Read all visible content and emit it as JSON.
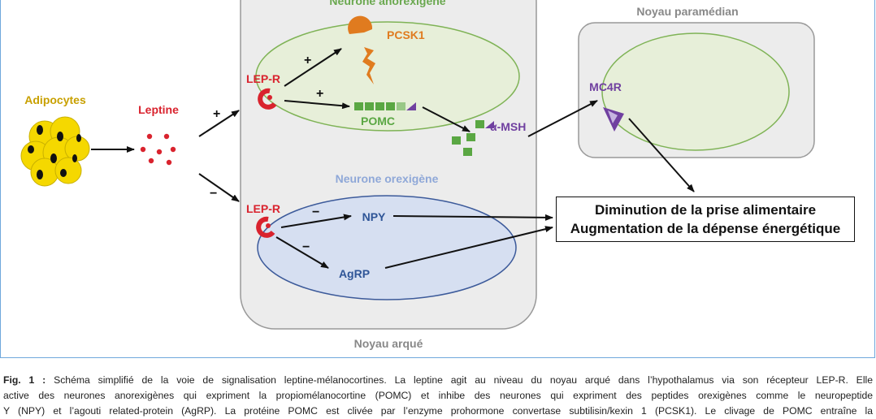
{
  "labels": {
    "anorexigenic_neuron": "Neurone anorexigène",
    "paramedian_nucleus": "Noyau paramédian",
    "adipocytes": "Adipocytes",
    "leptin": "Leptine",
    "lepr_top": "LEP-R",
    "lepr_bottom": "LEP-R",
    "pcsk1": "PCSK1",
    "pomc": "POMC",
    "alpha_msh": "α-MSH",
    "mc4r": "MC4R",
    "orexigenic_neuron": "Neurone orexigène",
    "npy": "NPY",
    "agrp": "AgRP",
    "arcuate_nucleus": "Noyau arqué"
  },
  "signs": {
    "leptin_to_anorexigenic": "+",
    "leptin_to_orexigenic": "−",
    "lepr_to_pcsk1": "+",
    "lepr_to_pomc": "+",
    "lepr_to_npy": "−",
    "lepr_to_agrp": "−"
  },
  "outcome": {
    "line1": "Diminution de la prise alimentaire",
    "line2": "Augmentation de la dépense énergétique"
  },
  "caption": {
    "fig_label": "Fig. 1 :",
    "line1": "Schéma simplifié de la voie de signalisation leptine-mélanocortines. La leptine agit au niveau du noyau arqué dans l’hypothalamus via son récepteur LEP-R. Elle",
    "line2": "active des neurones anorexigènes qui expriment la propiomélanocortine (POMC) et inhibe des neurones qui expriment des peptides orexigènes comme le neuropeptide",
    "line3": "Y (NPY) et l’agouti related-protein (AgRP). La protéine POMC est clivée par l’enzyme prohormone convertase subtilisin/kexin 1 (PCSK1). Le clivage de POMC entraîne la"
  },
  "colors": {
    "anorexigenic": "#6aa84f",
    "orexigenic": "#8fa8d8",
    "receptor": "#d9232e",
    "pcsk1": "#e07b1f",
    "mc4r": "#7040a0",
    "adipocyte": "#f5d800"
  }
}
